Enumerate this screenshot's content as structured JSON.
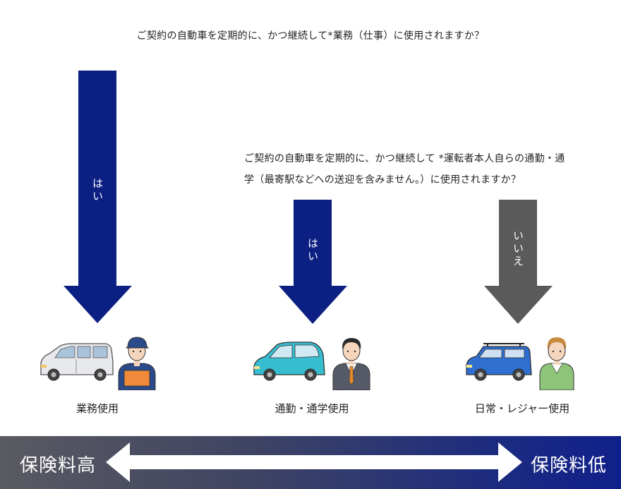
{
  "question1": "ご契約の自動車を定期的に、かつ継続して*業務（仕事）に使用されますか？",
  "question2": {
    "line1": "ご契約の自動車を定期的に、かつ継続して *運転者本人自らの通勤・通",
    "line2": "学（最寄駅などへの送迎を含みません。）に使用されますか？"
  },
  "arrows": {
    "business_yes": "はい",
    "commute_yes": "はい",
    "leisure_no": "いいえ"
  },
  "usages": {
    "business": "業務使用",
    "commute": "通勤・通学使用",
    "leisure": "日常・レジャー使用"
  },
  "footer": {
    "high": "保険料高",
    "low": "保険料低"
  },
  "colors": {
    "navy": "#0b2082",
    "gray": "#5a5a5a",
    "car_silver": "#e8e9ec",
    "car_teal": "#36bdd0",
    "car_blue": "#2f6fd0"
  }
}
